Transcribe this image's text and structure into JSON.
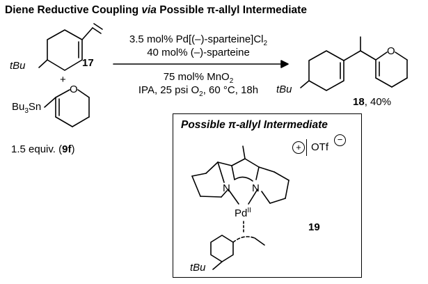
{
  "title": {
    "part1": "Diene Reductive Coupling ",
    "via": "via",
    "part2": " Possible π-allyl Intermediate"
  },
  "reactant_diene": {
    "label": "17",
    "substituent": "tBu"
  },
  "plus": "+",
  "reactant_stannane": {
    "prefix": "Bu",
    "prefix_sub": "3",
    "element": "Sn",
    "ring_atom": "O"
  },
  "equiv": {
    "text": "1.5 equiv. (",
    "label": "9f",
    "close": ")"
  },
  "conditions": {
    "line1a": "3.5 mol% Pd[(–)-sparteine]Cl",
    "line1_sub": "2",
    "line2": "40 mol% (–)-sparteine",
    "line3a": "75 mol% MnO",
    "line3_sub": "2",
    "line4a": "IPA, 25 psi O",
    "line4_sub": "2",
    "line4b": ", 60 °C, 18h"
  },
  "product": {
    "label": "18",
    "yield": ", 40%",
    "ring_atom": "O",
    "substituent": "tBu"
  },
  "intermediate": {
    "box_title": "Possible π-allyl Intermediate",
    "charge_plus": "+",
    "counterion": "OTf",
    "charge_minus": "−",
    "nitrogen": "N",
    "metal": "Pd",
    "oxidation_state": "II",
    "label": "19",
    "substituent": "tBu"
  },
  "colors": {
    "ink": "#000000",
    "background": "#ffffff"
  }
}
